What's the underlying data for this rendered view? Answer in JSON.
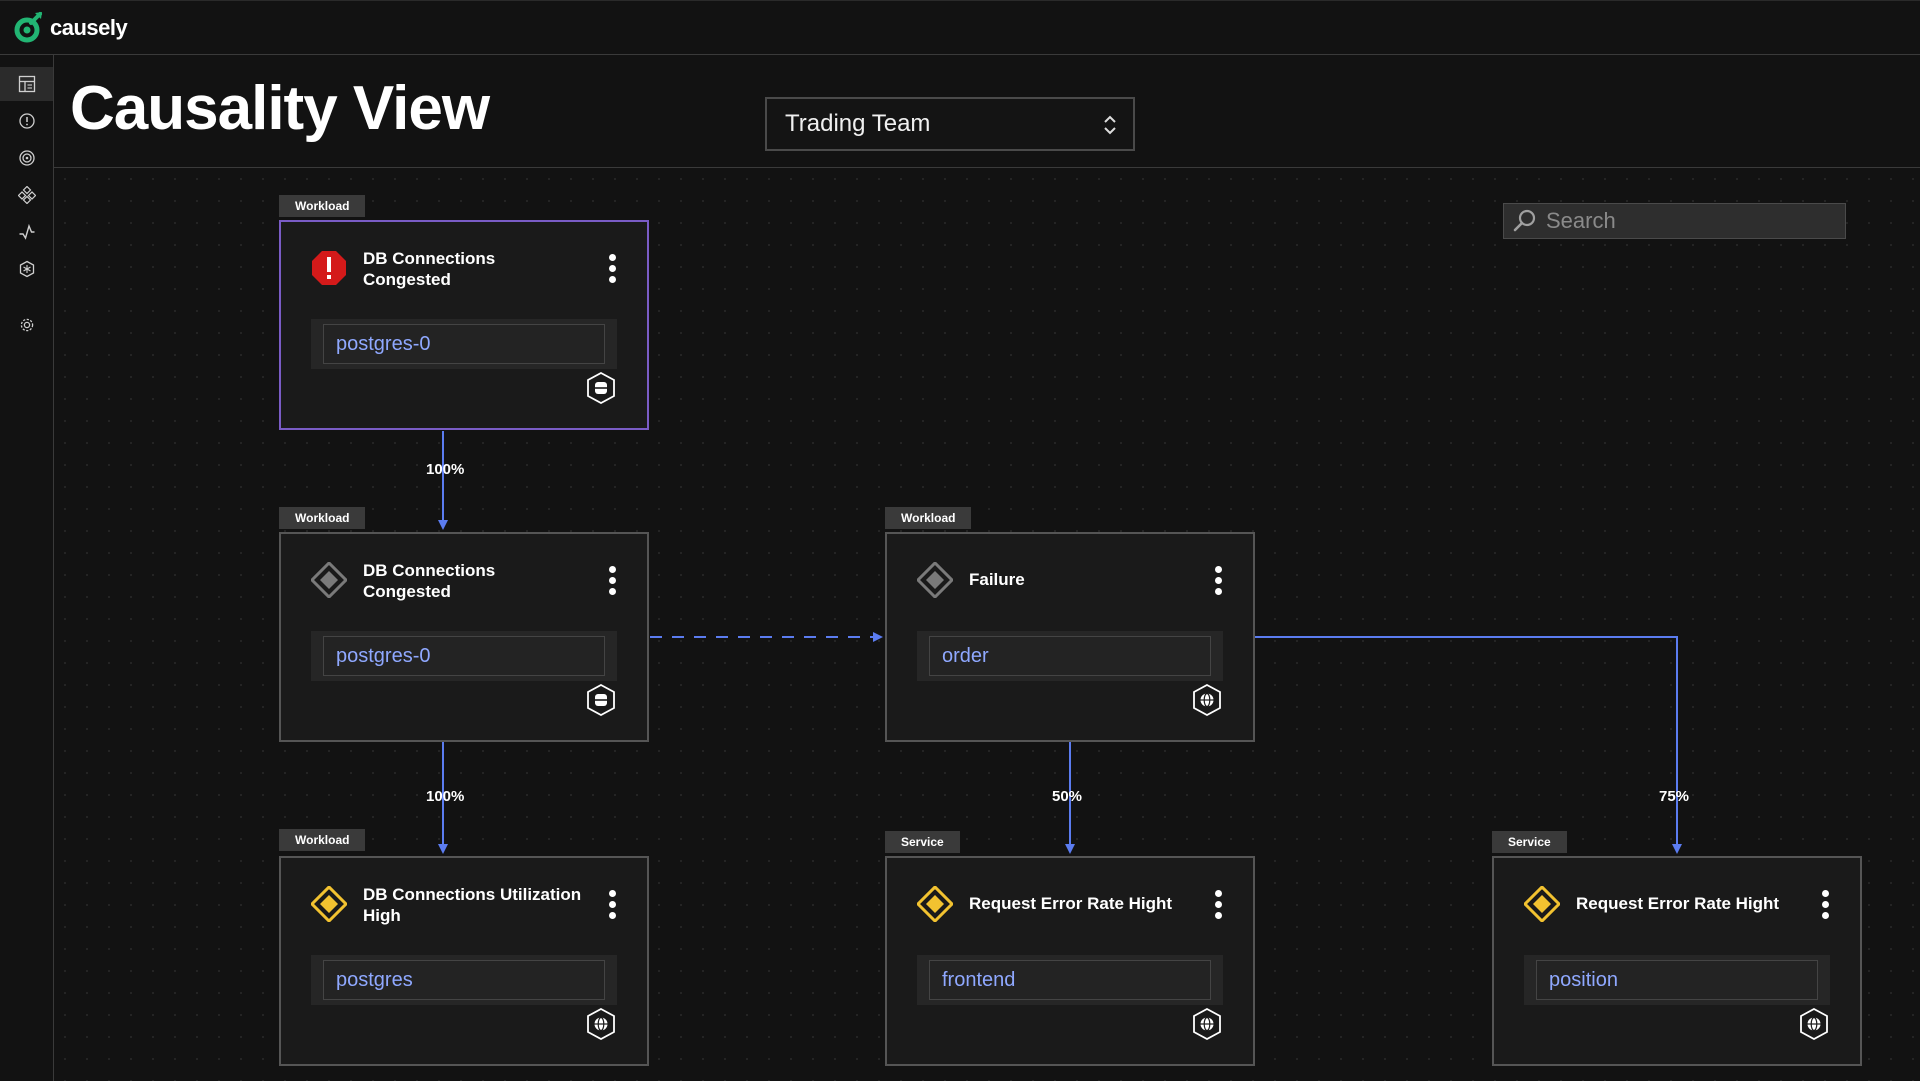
{
  "app": {
    "logo_text": "causely"
  },
  "sidebar": {
    "items": [
      {
        "icon": "dashboard-icon"
      },
      {
        "icon": "alert-icon"
      },
      {
        "icon": "target-icon"
      },
      {
        "icon": "topology-icon"
      },
      {
        "icon": "metrics-icon"
      },
      {
        "icon": "cluster-icon"
      },
      {
        "icon": "gear-icon"
      }
    ]
  },
  "header": {
    "title": "Causality View",
    "team_select": {
      "value": "Trading Team"
    }
  },
  "search": {
    "placeholder": "Search"
  },
  "colors": {
    "edge": "#5b7cf0",
    "selected_border": "#7a5cc6",
    "root_cause": "#d41a1a",
    "symptom": "#f2c230",
    "inactive": "#7a7a7a",
    "entity_text": "#8fa8ff"
  },
  "nodes": [
    {
      "id": "n1",
      "tag": "Workload",
      "title": "DB Connections Congested",
      "entity": "postgres-0",
      "status": "root-cause",
      "badge": "database"
    },
    {
      "id": "n2",
      "tag": "Workload",
      "title": "DB Connections Congested",
      "entity": "postgres-0",
      "status": "inactive",
      "badge": "database"
    },
    {
      "id": "n3",
      "tag": "Workload",
      "title": "Failure",
      "entity": "order",
      "status": "inactive",
      "badge": "globe"
    },
    {
      "id": "n4",
      "tag": "Workload",
      "title": "DB Connections Utilization High",
      "entity": "postgres",
      "status": "symptom",
      "badge": "globe"
    },
    {
      "id": "n5",
      "tag": "Service",
      "title": "Request Error Rate Hight",
      "entity": "frontend",
      "status": "symptom",
      "badge": "globe"
    },
    {
      "id": "n6",
      "tag": "Service",
      "title": "Request Error Rate Hight",
      "entity": "position",
      "status": "symptom",
      "badge": "globe"
    }
  ],
  "edges": [
    {
      "from": "n1",
      "to": "n2",
      "label": "100%",
      "style": "solid"
    },
    {
      "from": "n2",
      "to": "n3",
      "label": "",
      "style": "dashed"
    },
    {
      "from": "n2",
      "to": "n4",
      "label": "100%",
      "style": "solid"
    },
    {
      "from": "n3",
      "to": "n5",
      "label": "50%",
      "style": "solid"
    },
    {
      "from": "n3",
      "to": "n6",
      "label": "75%",
      "style": "solid"
    }
  ]
}
